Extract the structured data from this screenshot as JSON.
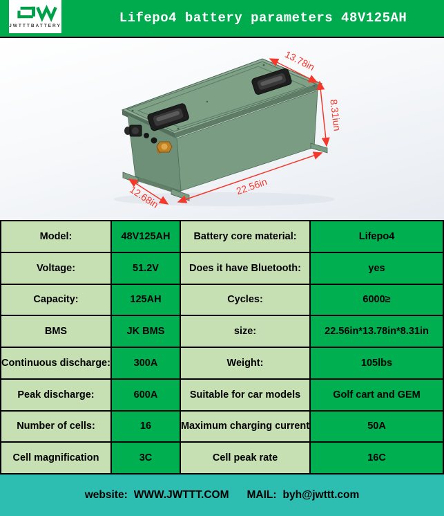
{
  "header": {
    "logo_text": "JWTTTBATTERY",
    "title": "Lifepo4 battery parameters 48V125AH"
  },
  "product_image": {
    "dim_top_width": "13.78in",
    "dim_height": "8.31iun",
    "dim_length": "22.56in",
    "dim_depth": "12.68in"
  },
  "spec_table": {
    "rows": [
      [
        "Model:",
        "48V125AH",
        "Battery core material:",
        "Lifepo4"
      ],
      [
        "Voltage:",
        "51.2V",
        "Does it have Bluetooth:",
        "yes"
      ],
      [
        "Capacity:",
        "125AH",
        "Cycles:",
        "6000≥"
      ],
      [
        "BMS",
        "JK BMS",
        "size:",
        "22.56in*13.78in*8.31in"
      ],
      [
        "Continuous discharge:",
        "300A",
        "Weight:",
        "105lbs"
      ],
      [
        "Peak discharge:",
        "600A",
        "Suitable for car models",
        "Golf cart and GEM"
      ],
      [
        "Number of cells:",
        "16",
        "Maximum charging current",
        "50A"
      ],
      [
        "Cell magnification",
        "3C",
        "Cell peak rate",
        "16C"
      ]
    ]
  },
  "footer": {
    "website_label": "website:",
    "website_value": "WWW.JWTTT.COM",
    "mail_label": "MAIL:",
    "mail_value": "byh@jwttt.com"
  },
  "colors": {
    "header_green": "#00AB4E",
    "cell_light_green": "#C6E0B4",
    "cell_dark_green": "#00B050",
    "footer_teal": "#2EBDB1",
    "annotation_red": "#F5382C",
    "battery_green": "#7FA287"
  }
}
